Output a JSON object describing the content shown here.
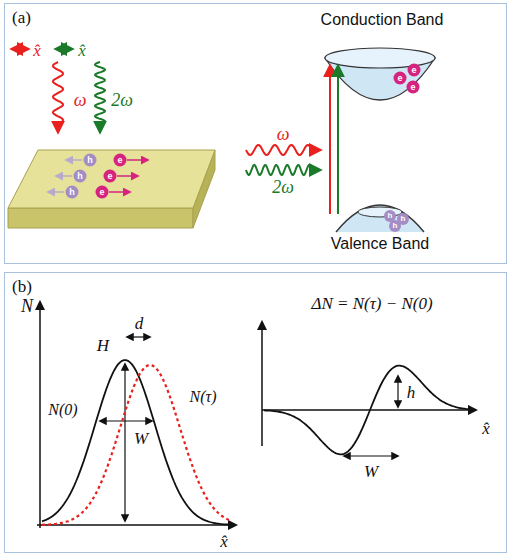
{
  "diagram": {
    "nodes": [
      {
        "text": [
          "(a)"
        ]
      },
      {
        "text": [
          "(b)"
        ]
      }
    ],
    "labels": [
      "x̂",
      "x̂",
      "ω",
      "2ω",
      "Conduction Band",
      "Valence Band",
      "ω",
      "2ω",
      "h",
      "h",
      "h",
      "e",
      "e",
      "e",
      "e",
      "e",
      "e",
      "h",
      "h",
      "h",
      "N",
      "H",
      "d",
      "N(0)",
      "W",
      "N(τ)",
      "x̂",
      "ΔN = N(τ) − N(0)",
      "h",
      "W",
      "x̂"
    ]
  }
}
